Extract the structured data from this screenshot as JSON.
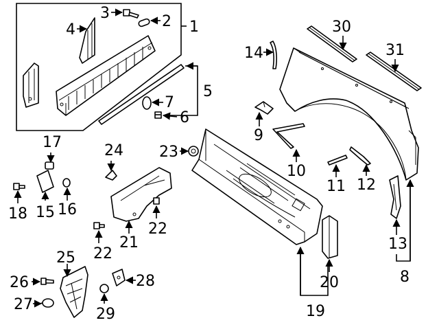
{
  "diagram": {
    "callouts": [
      {
        "id": "1",
        "text": "1"
      },
      {
        "id": "2",
        "text": "2"
      },
      {
        "id": "3",
        "text": "3"
      },
      {
        "id": "4",
        "text": "4"
      },
      {
        "id": "5",
        "text": "5"
      },
      {
        "id": "6",
        "text": "6"
      },
      {
        "id": "7",
        "text": "7"
      },
      {
        "id": "8",
        "text": "8"
      },
      {
        "id": "9",
        "text": "9"
      },
      {
        "id": "10",
        "text": "10"
      },
      {
        "id": "11",
        "text": "11"
      },
      {
        "id": "12",
        "text": "12"
      },
      {
        "id": "13",
        "text": "13"
      },
      {
        "id": "14",
        "text": "14"
      },
      {
        "id": "15",
        "text": "15"
      },
      {
        "id": "16",
        "text": "16"
      },
      {
        "id": "17",
        "text": "17"
      },
      {
        "id": "18",
        "text": "18"
      },
      {
        "id": "19",
        "text": "19"
      },
      {
        "id": "20",
        "text": "20"
      },
      {
        "id": "21",
        "text": "21"
      },
      {
        "id": "22a",
        "text": "22"
      },
      {
        "id": "22b",
        "text": "22"
      },
      {
        "id": "23",
        "text": "23"
      },
      {
        "id": "24",
        "text": "24"
      },
      {
        "id": "25",
        "text": "25"
      },
      {
        "id": "26",
        "text": "26"
      },
      {
        "id": "27",
        "text": "27"
      },
      {
        "id": "28",
        "text": "28"
      },
      {
        "id": "29",
        "text": "29"
      },
      {
        "id": "30",
        "text": "30"
      },
      {
        "id": "31",
        "text": "31"
      }
    ]
  }
}
